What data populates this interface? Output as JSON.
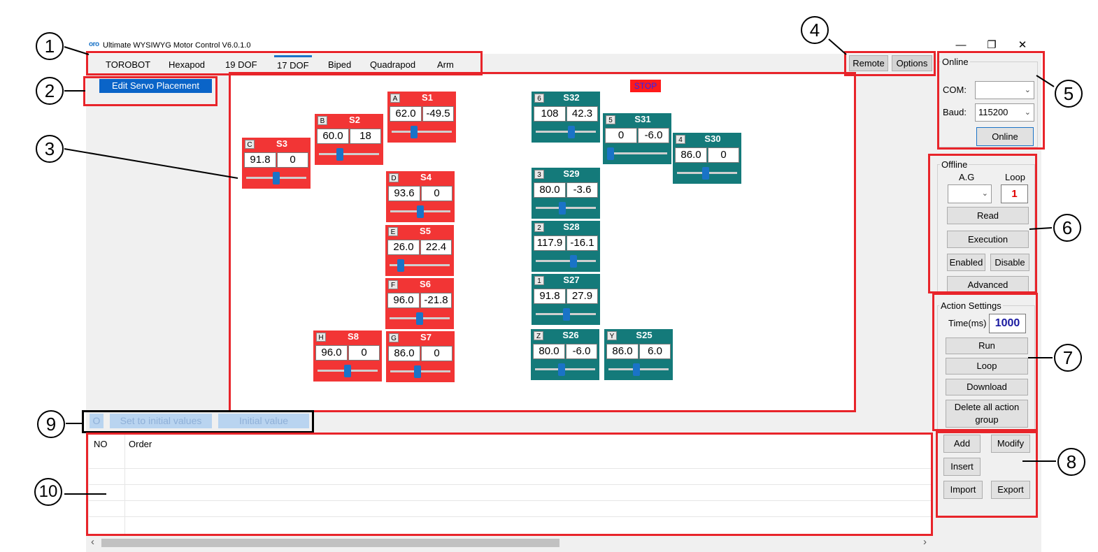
{
  "window": {
    "logo_text": "oro",
    "title": "Ultimate WYSIWYG Motor Control  V6.0.1.0",
    "minimize": "—",
    "maximize": "❐",
    "close": "✕"
  },
  "tabs": [
    "TOROBOT",
    "Hexapod",
    "19 DOF",
    "17 DOF",
    "Biped",
    "Quadrapod",
    "Arm"
  ],
  "active_tab": "17 DOF",
  "edit_servo_button": "Edit Servo Placement",
  "stop_label": "STOP",
  "top_buttons": {
    "remote": "Remote",
    "options": "Options"
  },
  "servos": [
    {
      "letter": "A",
      "name": "S1",
      "v1": "62.0",
      "v2": "-49.5",
      "color": "red",
      "pos": 0.35
    },
    {
      "letter": "B",
      "name": "S2",
      "v1": "60.0",
      "v2": "18",
      "color": "red",
      "pos": 0.33
    },
    {
      "letter": "C",
      "name": "S3",
      "v1": "91.8",
      "v2": "0",
      "color": "red",
      "pos": 0.5
    },
    {
      "letter": "D",
      "name": "S4",
      "v1": "93.6",
      "v2": "0",
      "color": "red",
      "pos": 0.5
    },
    {
      "letter": "E",
      "name": "S5",
      "v1": "26.0",
      "v2": "22.4",
      "color": "red",
      "pos": 0.14
    },
    {
      "letter": "F",
      "name": "S6",
      "v1": "96.0",
      "v2": "-21.8",
      "color": "red",
      "pos": 0.5
    },
    {
      "letter": "H",
      "name": "S8",
      "v1": "96.0",
      "v2": "0",
      "color": "red",
      "pos": 0.5
    },
    {
      "letter": "G",
      "name": "S7",
      "v1": "86.0",
      "v2": "0",
      "color": "red",
      "pos": 0.45
    },
    {
      "letter": "6",
      "name": "S32",
      "v1": "108",
      "v2": "42.3",
      "color": "teal",
      "pos": 0.6
    },
    {
      "letter": "5",
      "name": "S31",
      "v1": "0",
      "v2": "-6.0",
      "color": "teal",
      "pos": 0.0
    },
    {
      "letter": "4",
      "name": "S30",
      "v1": "86.0",
      "v2": "0",
      "color": "teal",
      "pos": 0.47
    },
    {
      "letter": "3",
      "name": "S29",
      "v1": "80.0",
      "v2": "-3.6",
      "color": "teal",
      "pos": 0.44
    },
    {
      "letter": "2",
      "name": "S28",
      "v1": "117.9",
      "v2": "-16.1",
      "color": "teal",
      "pos": 0.65
    },
    {
      "letter": "1",
      "name": "S27",
      "v1": "91.8",
      "v2": "27.9",
      "color": "teal",
      "pos": 0.51
    },
    {
      "letter": "Z",
      "name": "S26",
      "v1": "80.0",
      "v2": "-6.0",
      "color": "teal",
      "pos": 0.43
    },
    {
      "letter": "Y",
      "name": "S25",
      "v1": "86.0",
      "v2": "6.0",
      "color": "teal",
      "pos": 0.46
    }
  ],
  "online": {
    "title": "Online",
    "com_label": "COM:",
    "com_value": "",
    "baud_label": "Baud:",
    "baud_value": "115200",
    "button": "Online"
  },
  "offline": {
    "title": "Offline",
    "ag_label": "A.G",
    "loop_label": "Loop",
    "ag_value": "",
    "loop_value": "1",
    "read": "Read",
    "execution": "Execution",
    "enabled": "Enabled",
    "disable": "Disable",
    "advanced": "Advanced"
  },
  "action_settings": {
    "title": "Action Settings",
    "time_label": "Time(ms)",
    "time_value": "1000",
    "run": "Run",
    "loop": "Loop",
    "download": "Download",
    "delete_all_line1": "Delete all action",
    "delete_all_line2": "group"
  },
  "edit_buttons": {
    "add": "Add",
    "modify": "Modify",
    "insert": "Insert",
    "import": "Import",
    "export": "Export"
  },
  "init_bar": {
    "o_label": "O",
    "set_initial": "Set to initial values",
    "initial_value": "Initial value"
  },
  "table": {
    "col_no": "NO",
    "col_order": "Order"
  },
  "scrollbar": {
    "left": "‹",
    "right": "›"
  },
  "callouts": [
    "1",
    "2",
    "3",
    "4",
    "5",
    "6",
    "7",
    "8",
    "9",
    "10"
  ]
}
